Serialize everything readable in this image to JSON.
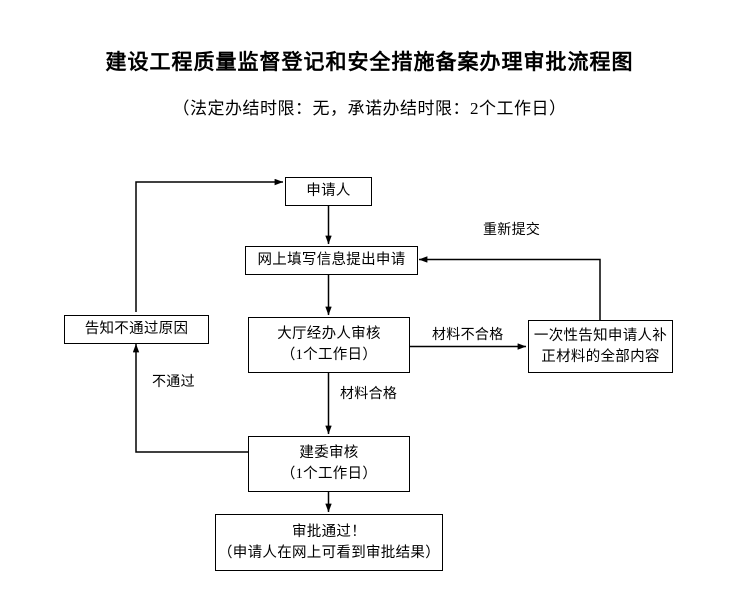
{
  "document": {
    "title": "建设工程质量监督登记和安全措施备案办理审批流程图",
    "subtitle": "（法定办结时限：无，承诺办结时限：2个工作日）"
  },
  "flowchart": {
    "type": "flowchart",
    "nodes": [
      {
        "id": "applicant",
        "lines": [
          "申请人"
        ]
      },
      {
        "id": "online-submit",
        "lines": [
          "网上填写信息提出申请"
        ]
      },
      {
        "id": "hall-review",
        "lines": [
          "大厅经办人审核",
          "（1个工作日）"
        ]
      },
      {
        "id": "notify-reject-reason",
        "lines": [
          "告知不通过原因"
        ]
      },
      {
        "id": "one-time-notice",
        "lines": [
          "一次性告知申请人补",
          "正材料的全部内容"
        ]
      },
      {
        "id": "committee-review",
        "lines": [
          "建委审核",
          "（1个工作日）"
        ]
      },
      {
        "id": "approved",
        "lines": [
          "审批通过！",
          "（申请人在网上可看到审批结果）"
        ]
      }
    ],
    "edge_labels": [
      {
        "id": "resubmit",
        "text": "重新提交"
      },
      {
        "id": "material-unqualified",
        "text": "材料不合格"
      },
      {
        "id": "material-qualified",
        "text": "材料合格"
      },
      {
        "id": "not-passed",
        "text": "不通过"
      }
    ]
  },
  "colors": {
    "stroke": "#000000",
    "background": "#ffffff",
    "text": "#000000"
  }
}
